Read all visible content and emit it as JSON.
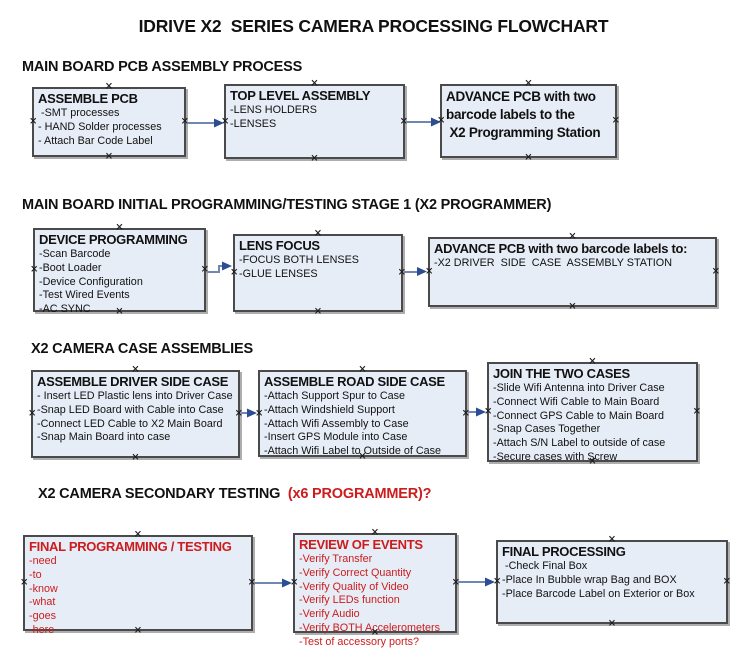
{
  "title": "IDRIVE X2  SERIES CAMERA PROCESSING FLOWCHART",
  "icons": {
    "connection_point": "×",
    "arrow_head": "right-arrowhead"
  },
  "colors": {
    "box_fill": "#e7edf7",
    "box_border": "#4a4a4a",
    "red": "#cc1c1c",
    "arrow_line": "#6f87b2",
    "arrow_head": "#2c4c93"
  },
  "sections": [
    {
      "heading": "MAIN BOARD PCB ASSEMBLY PROCESS",
      "boxes": [
        {
          "title": "ASSEMBLE PCB",
          "lines": [
            " -SMT processes",
            "- HAND Solder processes",
            "- Attach Bar Code Label"
          ]
        },
        {
          "title": "TOP LEVEL ASSEMBLY",
          "lines": [
            "-LENS HOLDERS",
            "-LENSES"
          ]
        },
        {
          "title": "ADVANCE PCB with two\nbarcode labels to the\n X2 Programming Station",
          "lines": []
        }
      ]
    },
    {
      "heading": "MAIN BOARD INITIAL PROGRAMMING/TESTING STAGE 1 (X2 PROGRAMMER)",
      "boxes": [
        {
          "title": "DEVICE PROGRAMMING",
          "lines": [
            "-Scan Barcode",
            "-Boot Loader",
            "-Device Configuration",
            "-Test Wired Events",
            "-AC SYNC"
          ]
        },
        {
          "title": "LENS FOCUS",
          "lines": [
            "-FOCUS BOTH LENSES",
            "-GLUE LENSES"
          ]
        },
        {
          "title": "ADVANCE PCB with two barcode labels to:",
          "lines": [
            "-X2 DRIVER  SIDE  CASE  ASSEMBLY STATION"
          ]
        }
      ]
    },
    {
      "heading": "X2 CAMERA CASE ASSEMBLIES",
      "boxes": [
        {
          "title": "ASSEMBLE DRIVER SIDE CASE",
          "lines": [
            "- Insert LED Plastic lens into Driver Case",
            "-Snap LED Board with Cable into Case",
            "-Connect LED Cable to X2 Main Board",
            "-Snap Main Board into case"
          ]
        },
        {
          "title": "ASSEMBLE ROAD SIDE CASE",
          "lines": [
            "-Attach Support Spur to Case",
            "-Attach Windshield Support",
            "-Attach Wifi Assembly to Case",
            "-Insert GPS Module into Case",
            "-Attach Wifi Label to Outside of Case"
          ]
        },
        {
          "title": "JOIN THE TWO CASES",
          "lines": [
            "-Slide Wifi Antenna into Driver Case",
            "-Connect Wifi Cable to Main Board",
            "-Connect GPS Cable to Main Board",
            "-Snap Cases Together",
            "-Attach S/N Label to outside of case",
            "-Secure cases with Screw"
          ]
        }
      ]
    },
    {
      "heading_black": "X2 CAMERA SECONDARY TESTING ",
      "heading_red": " (x6 PROGRAMMER)?",
      "boxes": [
        {
          "title": "FINAL PROGRAMMING / TESTING",
          "color": "red",
          "lines": [
            "-need",
            "-to",
            "-know",
            "-what",
            "-goes",
            "-here"
          ]
        },
        {
          "title": "REVIEW OF EVENTS",
          "color": "red",
          "lines": [
            "-Verify Transfer",
            "-Verify Correct Quantity",
            "-Verify Quality of Video",
            "-Verify LEDs function",
            "-Verify Audio",
            "-Verify BOTH Accelerometers",
            "-Test of accessory ports?"
          ]
        },
        {
          "title": "FINAL PROCESSING",
          "lines": [
            " -Check Final Box",
            "-Place In Bubble wrap Bag and BOX",
            "-Place Barcode Label on Exterior or Box"
          ]
        }
      ]
    }
  ]
}
